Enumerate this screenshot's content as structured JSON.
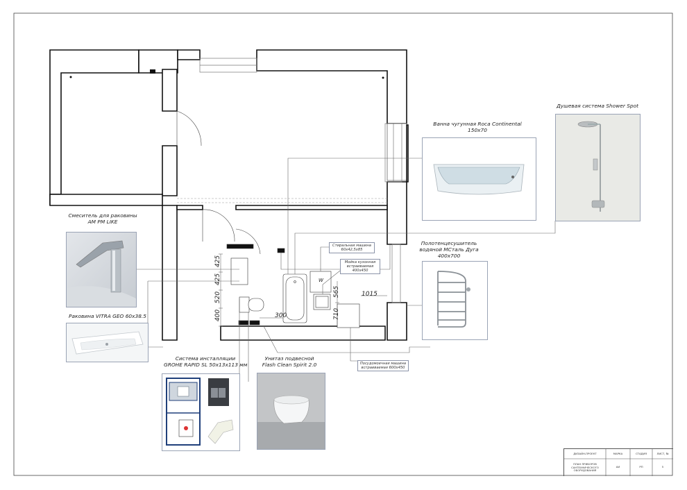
{
  "labels": {
    "faucet": {
      "line1": "Смеситель для раковины",
      "line2": "AM PM LIKE"
    },
    "sink": {
      "line1": "Раковина VITRA GEO 60x38.5"
    },
    "installation": {
      "line1": "Система инсталляции",
      "line2": "GROHE RAPID SL 50x13x113 мм"
    },
    "toilet": {
      "line1": "Унитаз подвесной",
      "line2": "Flash Clean Spirit 2.0"
    },
    "bathtub": {
      "line1": "Ванна чугунная Roca Continental",
      "line2": "150x70"
    },
    "shower": {
      "line1": "Душевая система Shower Spot"
    },
    "towel": {
      "line1": "Полотенцесушитель",
      "line2": "водяной МСталь Дуга",
      "line3": "400x700"
    }
  },
  "notes": {
    "washer": {
      "line1": "Стиральная машина",
      "line2": "60x42,5x85"
    },
    "kitchen_sink": {
      "line1": "Мойка кухонная",
      "line2": "встраиваемая",
      "line3": "400x450"
    },
    "dishwasher": {
      "line1": "Посудомоечная машина",
      "line2": "встраиваемая",
      "line3": "600x450"
    }
  },
  "dimensions": {
    "d425a": "425",
    "d425b": "425",
    "d520": "520",
    "d400": "400",
    "d300": "300",
    "d565": "565",
    "d710": "710",
    "d1015": "1015",
    "w_mark": "W"
  },
  "title_block": {
    "col1_header": "ДИЗАЙН-ПРОЕКТ",
    "col2_header": "МАРКА",
    "col3_header": "СТАДИЯ",
    "col4_header": "ЛИСТ, №",
    "sheet_name": "ПЛАН ПРИБОРОВ САНТЕХНИЧЕСКОГО ОБОРУДОВАНИЯ",
    "mark": "АИ",
    "stage": "РП",
    "sheet_no": "5"
  }
}
